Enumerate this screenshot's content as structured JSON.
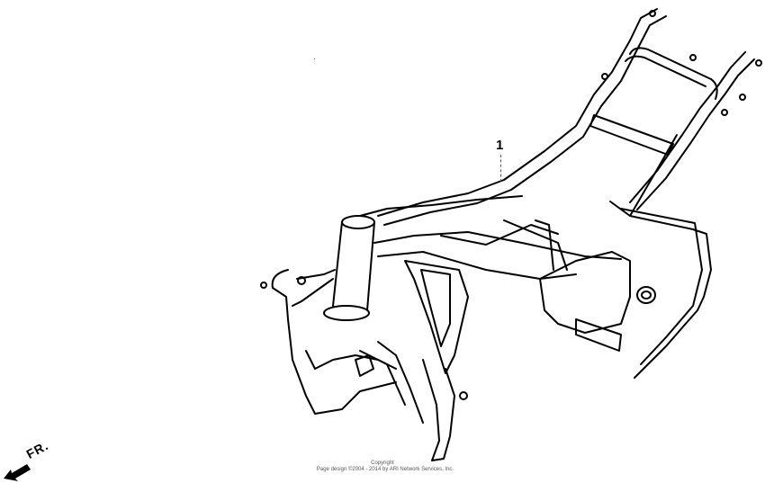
{
  "diagram": {
    "subject": "Motorcycle frame body",
    "callouts": [
      {
        "number": "1",
        "label": "1"
      }
    ],
    "orientation_marker": {
      "label": "FR.",
      "icon": "arrow-front-icon"
    }
  },
  "footer": {
    "line1": "Copyright",
    "line2": "Page design ©2004 - 2014 by ARI Network Services, Inc."
  },
  "colors": {
    "background": "#ffffff",
    "ink": "#000000",
    "footer_text": "#555555"
  }
}
